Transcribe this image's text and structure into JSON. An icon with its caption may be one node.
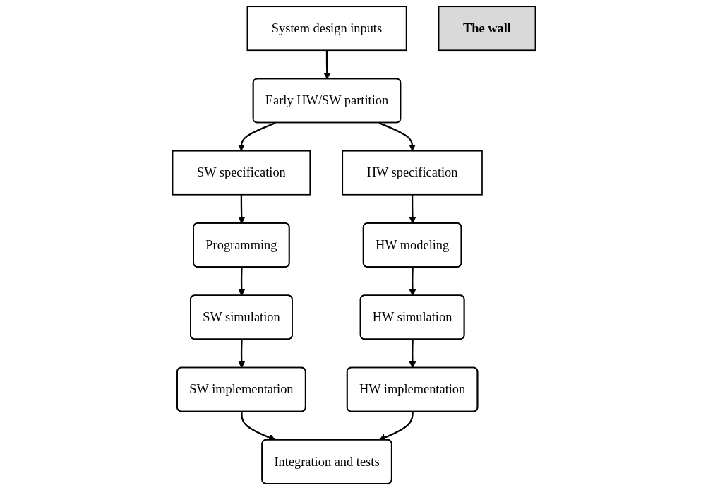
{
  "diagram": {
    "nodes": [
      {
        "text": [
          "System design inputs"
        ]
      },
      {
        "text": [
          "Early HW/SW partition"
        ]
      },
      {
        "text": [
          "SW specification"
        ]
      },
      {
        "text": [
          "Programming"
        ]
      },
      {
        "text": [
          "SW simulation"
        ]
      },
      {
        "text": [
          "SW implementation"
        ]
      },
      {
        "text": [
          "The wall"
        ]
      },
      {
        "text": [
          "HW specification"
        ]
      },
      {
        "text": [
          "HW modeling"
        ]
      },
      {
        "text": [
          "HW simulation"
        ]
      },
      {
        "text": [
          "HW implementation"
        ]
      },
      {
        "text": [
          "Integration and tests"
        ]
      }
    ],
    "edges": [
      {
        "from": 0,
        "to": 1,
        "arrow": "to"
      },
      {
        "from": 1,
        "to": 2,
        "arrow": "to"
      },
      {
        "from": 1,
        "to": 7,
        "arrow": "to"
      },
      {
        "from": 2,
        "to": 3,
        "arrow": "to"
      },
      {
        "from": 3,
        "to": 4,
        "arrow": "to"
      },
      {
        "from": 4,
        "to": 5,
        "arrow": "to"
      },
      {
        "from": 7,
        "to": 8,
        "arrow": "to"
      },
      {
        "from": 8,
        "to": 9,
        "arrow": "to"
      },
      {
        "from": 9,
        "to": 10,
        "arrow": "to"
      },
      {
        "from": 5,
        "to": 11,
        "arrow": "to"
      },
      {
        "from": 10,
        "to": 11,
        "arrow": "to"
      }
    ]
  }
}
